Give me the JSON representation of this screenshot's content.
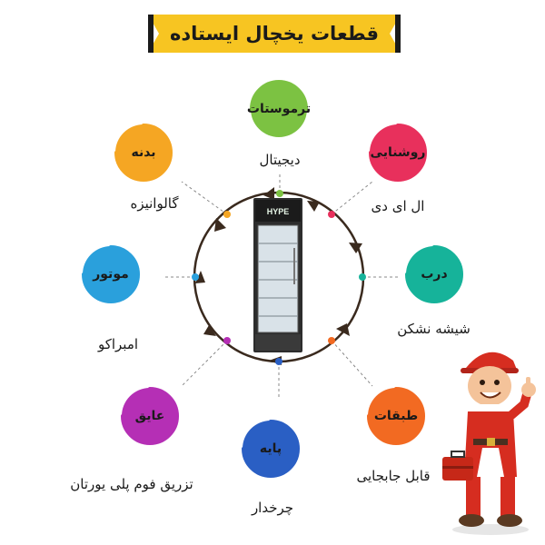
{
  "title": "قطعات یخچال ایستاده",
  "fridge_brand": "HYPE",
  "parts": [
    {
      "id": "thermostat",
      "label": "ترموستات",
      "value": "دیجیتال",
      "color": "#7cc242"
    },
    {
      "id": "light",
      "label": "روشنایی",
      "value": "ال ای دی",
      "color": "#e8305c"
    },
    {
      "id": "door",
      "label": "درب",
      "value": "شیشه نشکن",
      "color": "#16b39a"
    },
    {
      "id": "shelves",
      "label": "طبقات",
      "value": "قابل جابجایی",
      "color": "#f26a22"
    },
    {
      "id": "base",
      "label": "پایه",
      "value": "چرخدار",
      "color": "#2a5fc4"
    },
    {
      "id": "insulation",
      "label": "عایق",
      "value": "تزریق فوم پلی یورتان",
      "color": "#b52fb5"
    },
    {
      "id": "motor",
      "label": "موتور",
      "value": "امبراکو",
      "color": "#2aa0dc"
    },
    {
      "id": "body",
      "label": "بدنه",
      "value": "گالوانیزه",
      "color": "#f5a623"
    }
  ]
}
